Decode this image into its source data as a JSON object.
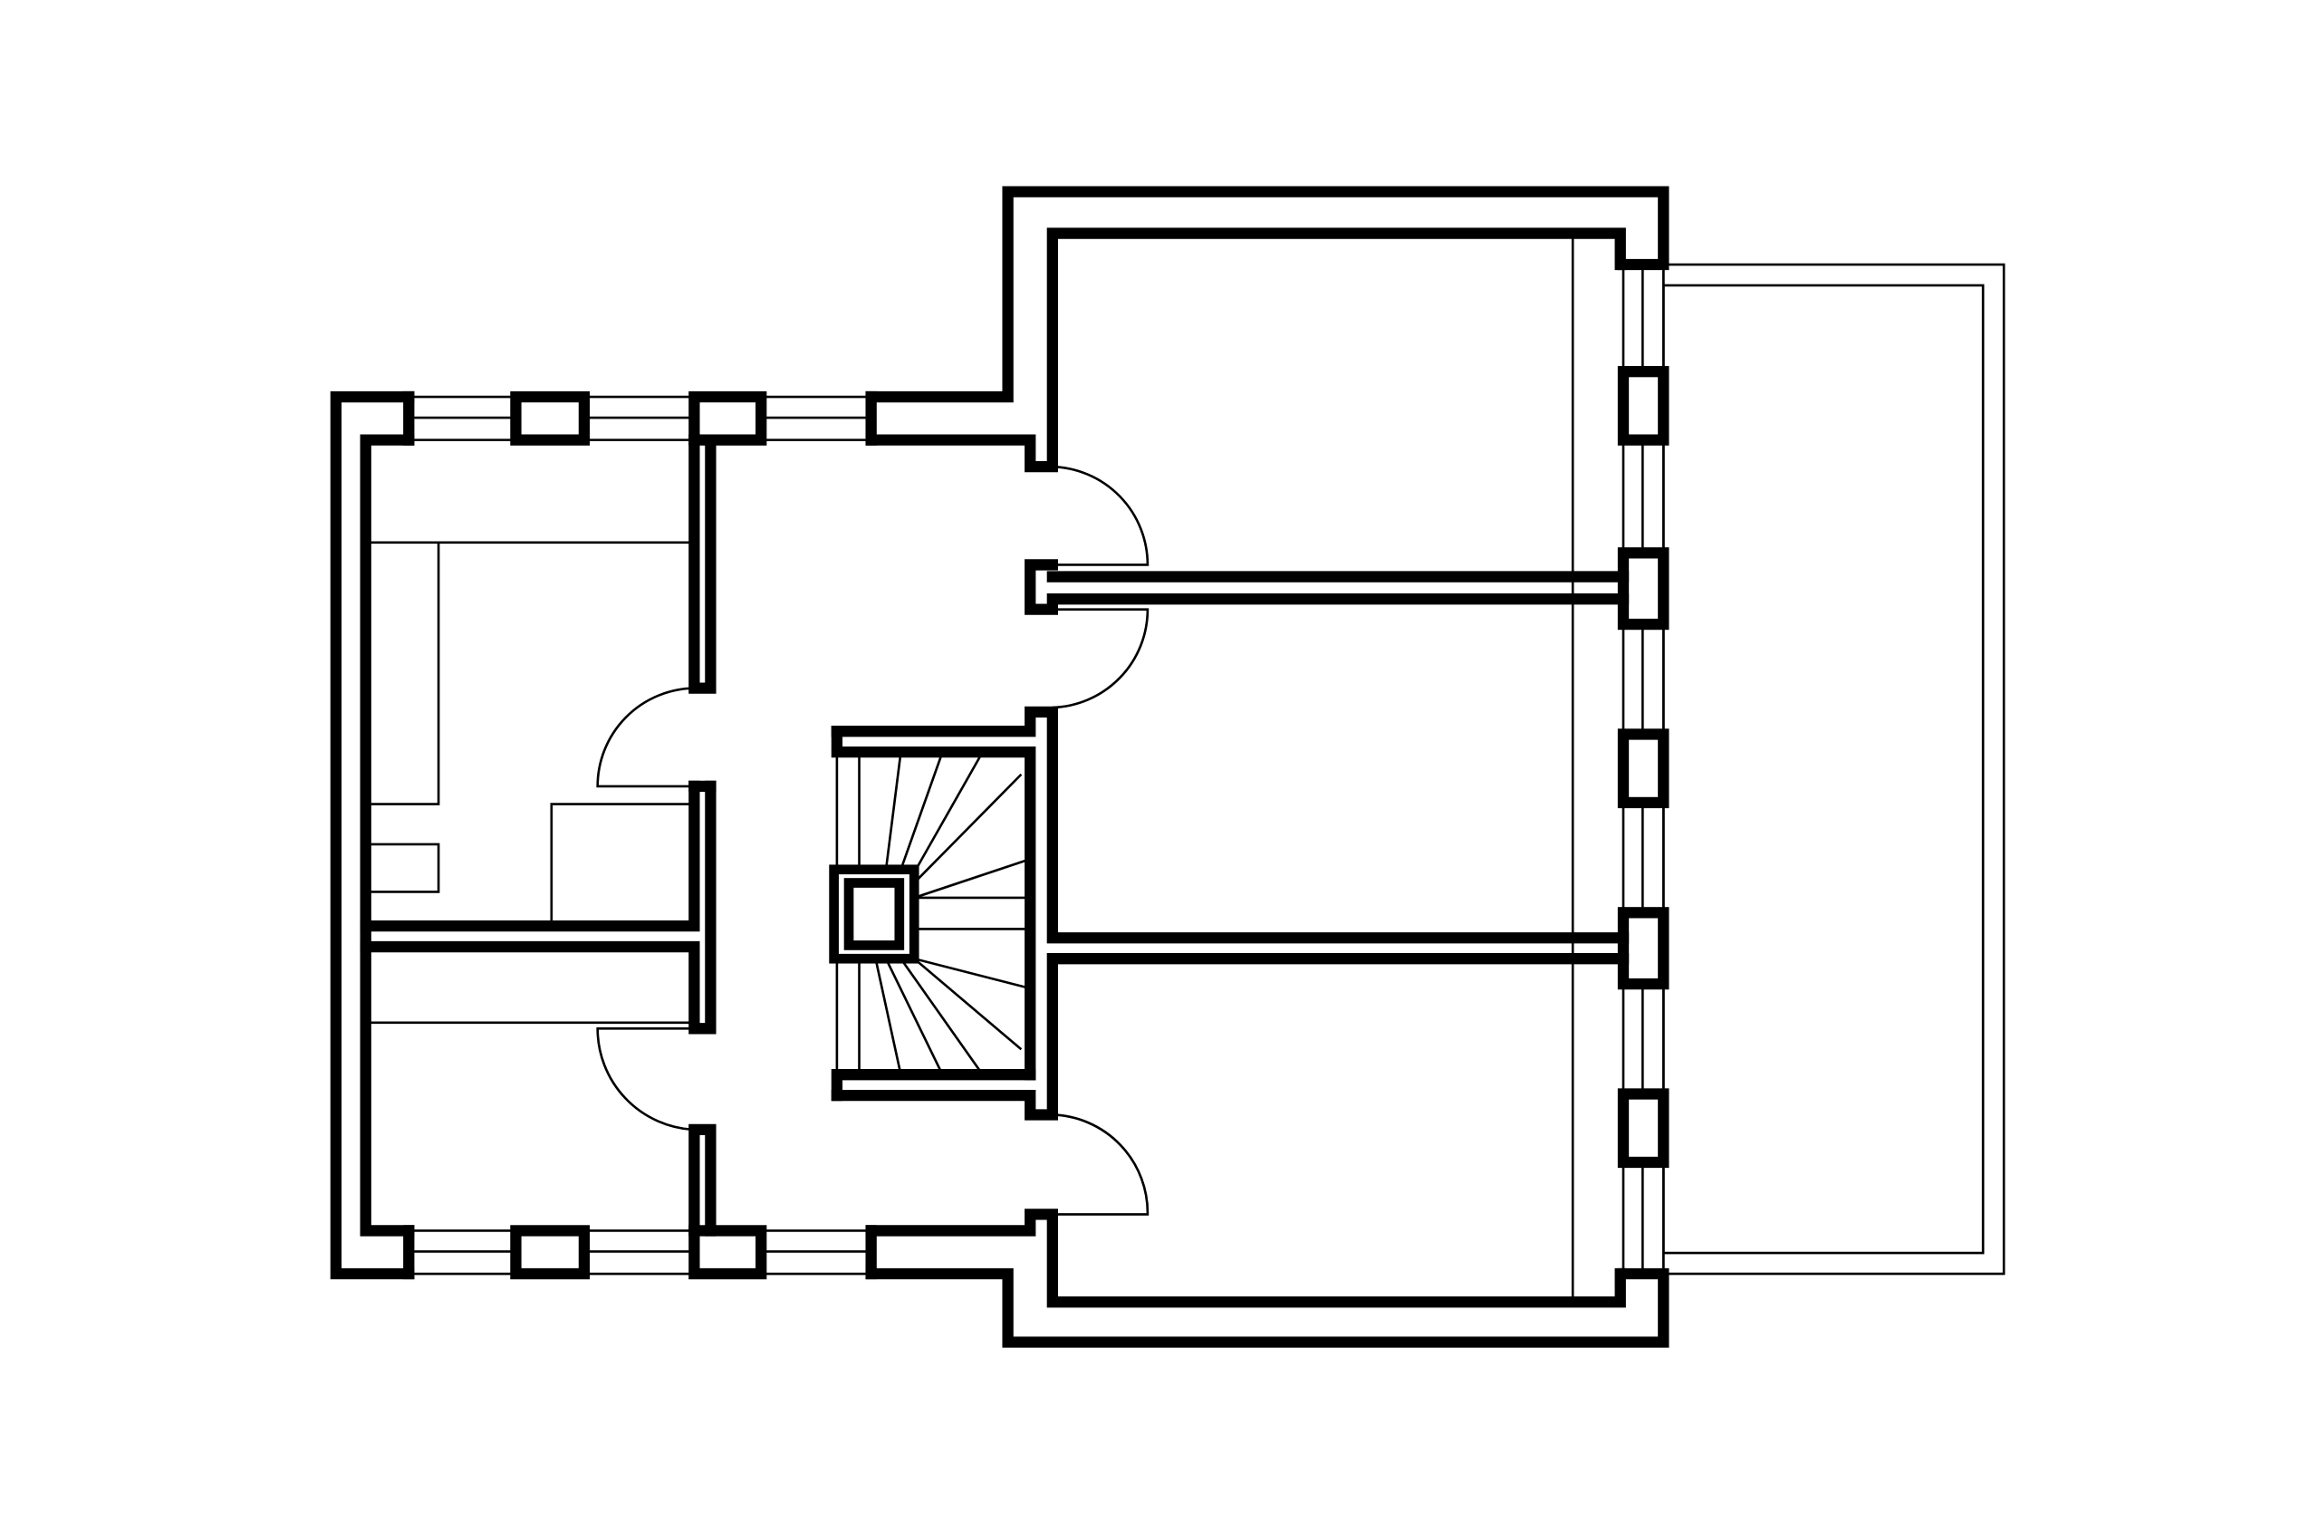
{
  "floor_plan": {
    "title": "",
    "colors": {
      "background": "#ffffff",
      "wall": "#000000",
      "line": "#000000"
    },
    "elements": [
      "exterior-walls",
      "interior-walls",
      "window-openings",
      "door-swings",
      "winding-staircase",
      "chimney",
      "terrace-balcony"
    ]
  }
}
